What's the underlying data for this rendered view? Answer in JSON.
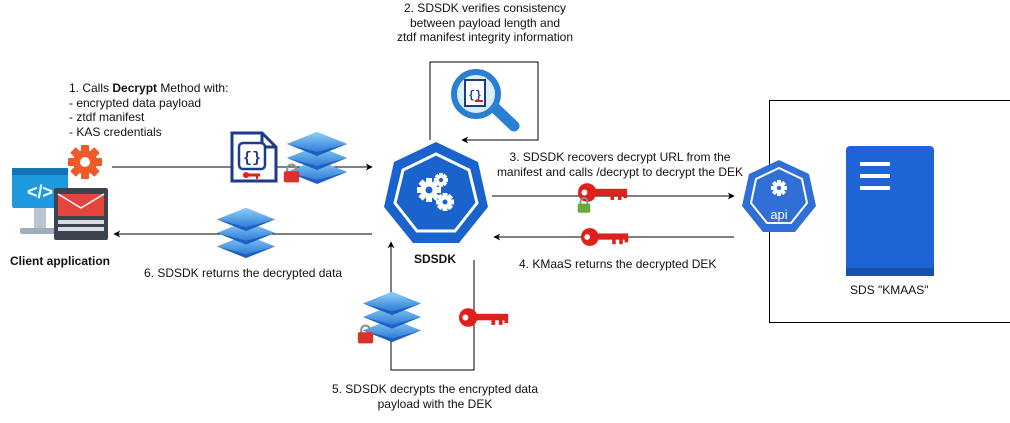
{
  "steps": {
    "step1": {
      "prefix": "1. Calls ",
      "method": "Decrypt",
      "suffix": " Method with:",
      "items": [
        "- encrypted data payload",
        "- ztdf manifest",
        "- KAS credentials"
      ]
    },
    "step2": [
      "2. SDSDK verifies consistency",
      "between payload length and",
      "ztdf manifest integrity information"
    ],
    "step3": [
      "3. SDSDK recovers decrypt URL from the",
      "manifest and calls /decrypt to decrypt the DEK"
    ],
    "step4": "4. KMaaS returns the decrypted DEK",
    "step5": [
      "5. SDSDK decrypts the encrypted data",
      "payload with the DEK"
    ],
    "step6": "6. SDSDK returns the decrypted data"
  },
  "nodes": {
    "client_label": "Client application",
    "sdsdk_label": "SDSDK",
    "kmaas_label": "SDS \"KMAAS\"",
    "api_label": "api",
    "manifest_glyph": "{}"
  },
  "icons": {
    "client": "client-application-icon",
    "manifest": "ztdf-manifest-file-icon",
    "payload": "encrypted-data-layers-icon",
    "lock": "padlock-icon",
    "key": "key-icon",
    "verify": "magnifier-verify-icon",
    "sdsdk": "kubernetes-gears-icon",
    "api": "api-gateway-icon",
    "server": "server-icon"
  },
  "colors": {
    "blue_dark": "#1a5fb4",
    "blue_mid": "#3b7bd9",
    "blue_light": "#7ec2f2",
    "navy": "#1e3a8a",
    "red": "#e0201b",
    "lock_red": "#d9312b",
    "lock_green": "#6aaa3a",
    "orange": "#f05a28",
    "line": "#000000"
  }
}
